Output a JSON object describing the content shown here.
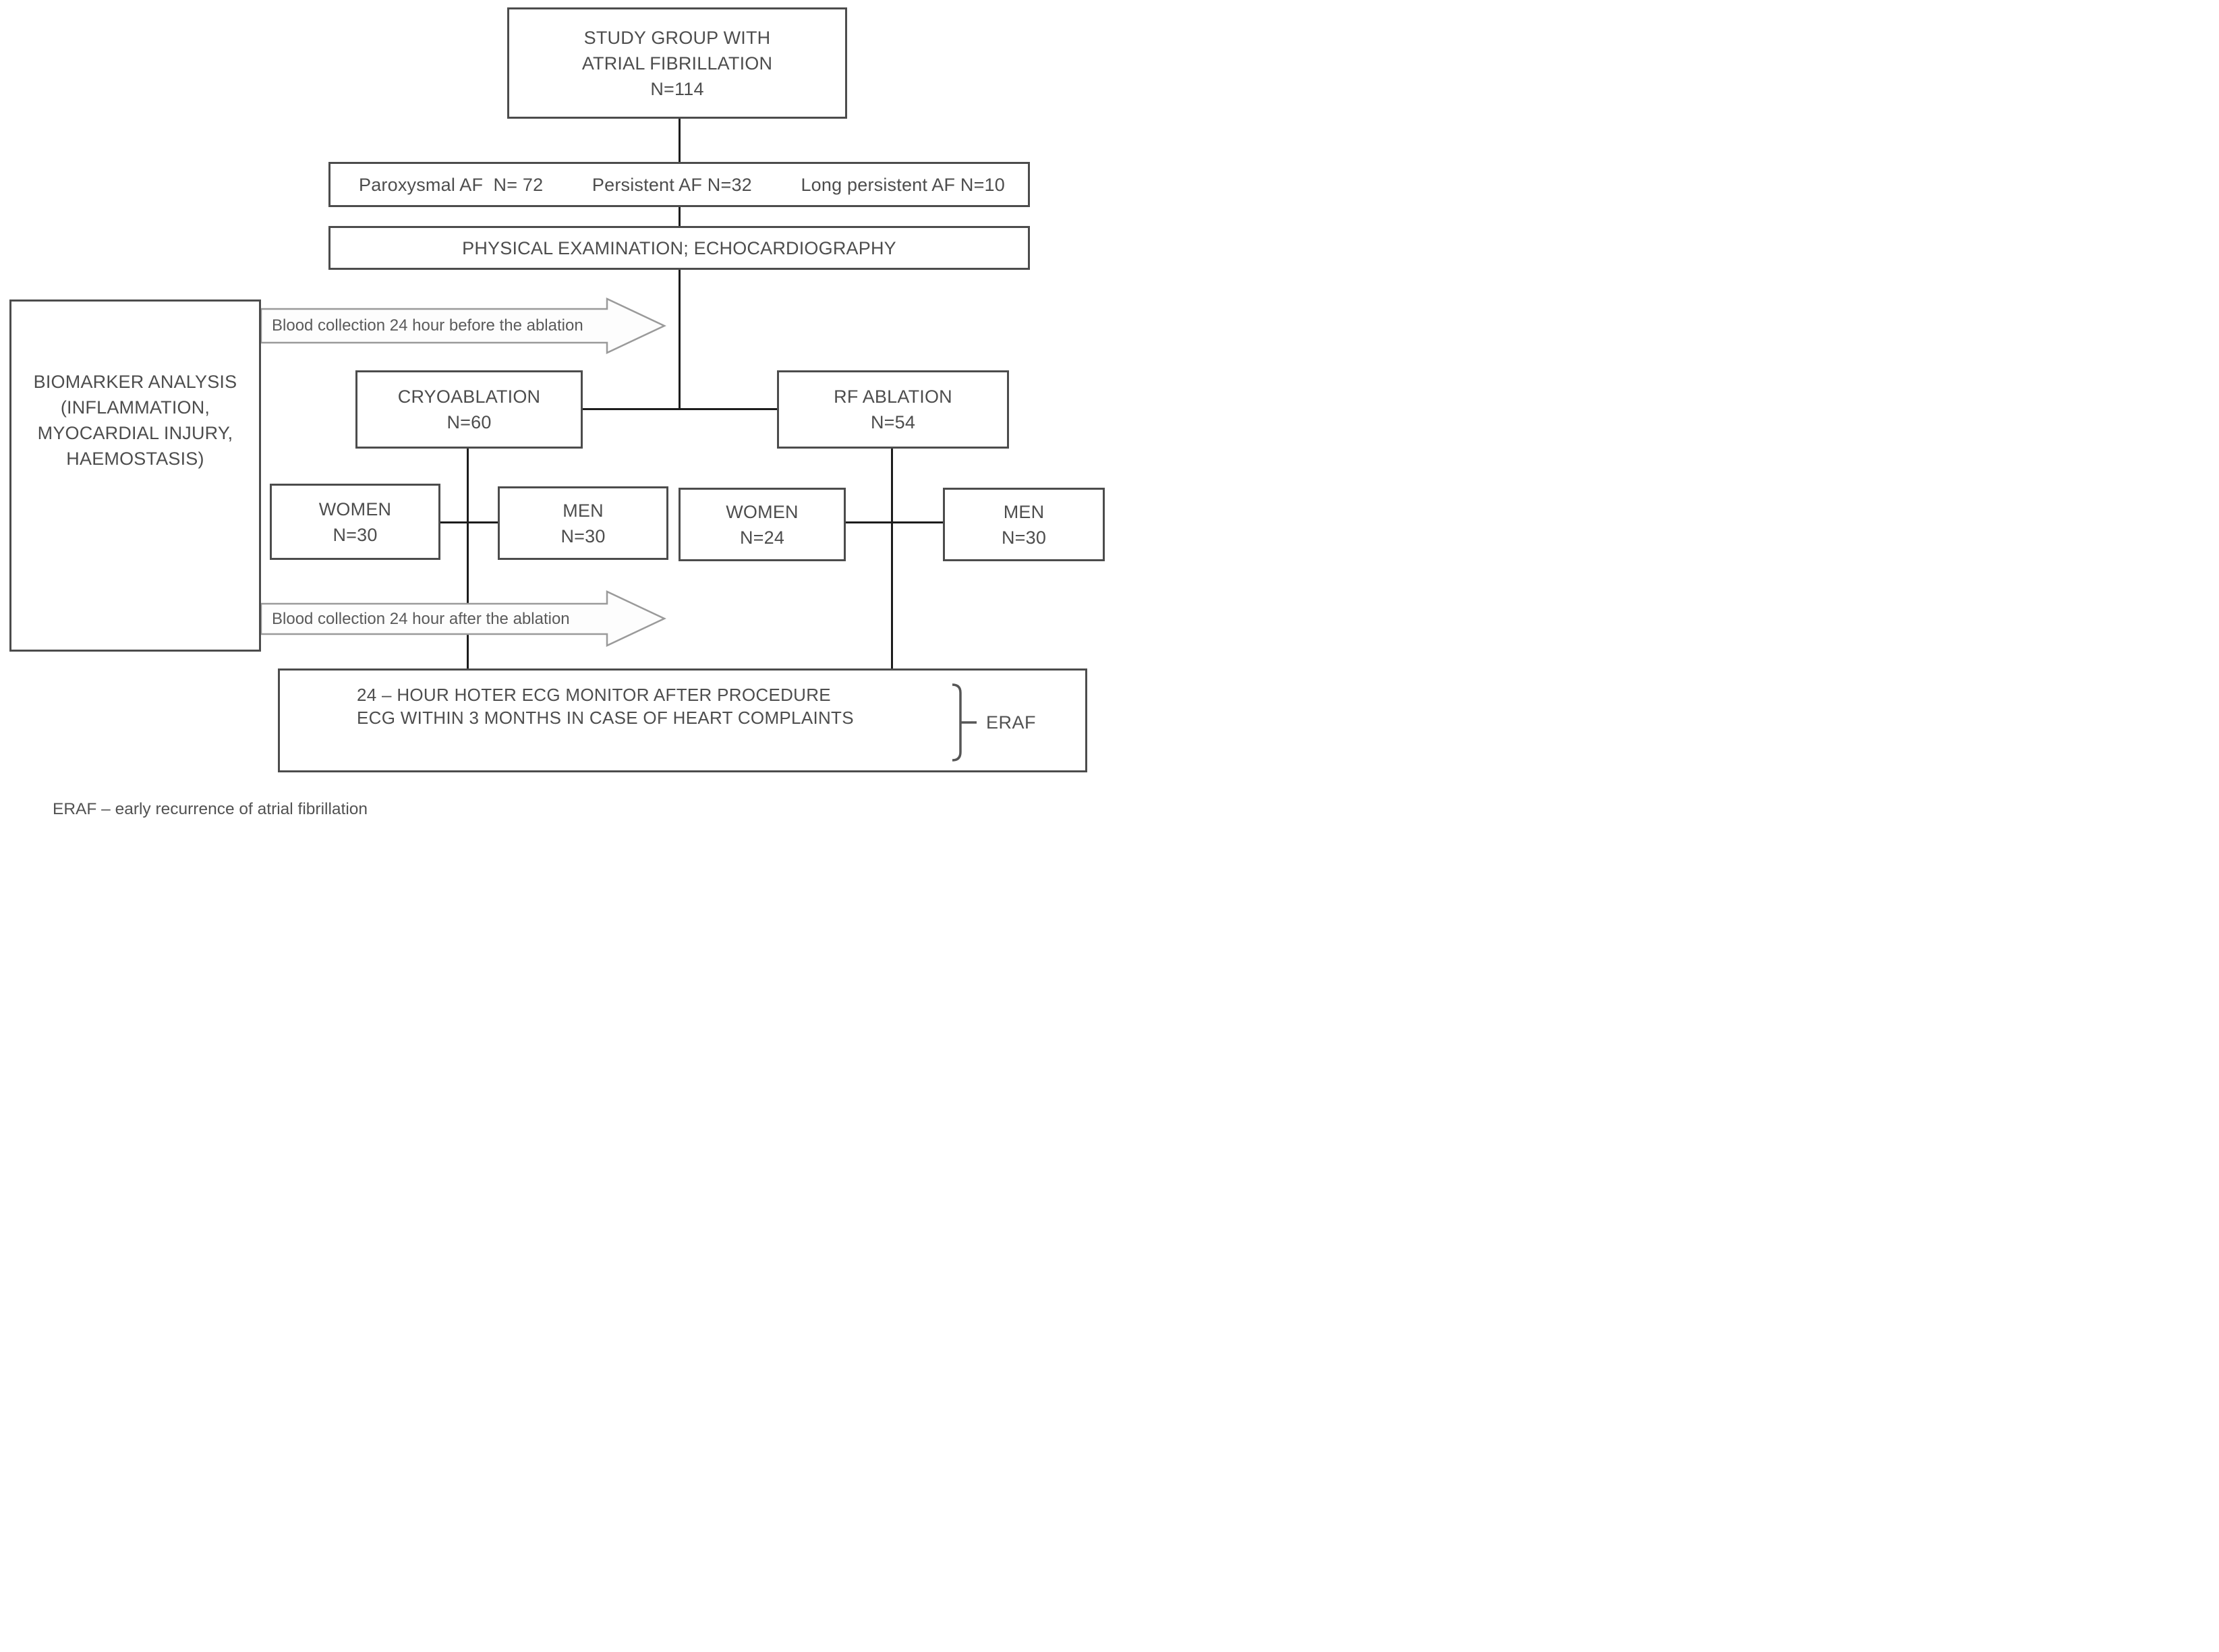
{
  "flowchart": {
    "study_group": {
      "line1": "STUDY GROUP WITH",
      "line2": "ATRIAL FIBRILLATION",
      "line3": "N=114"
    },
    "af_types": {
      "paroxysmal": "Paroxysmal AF  N= 72",
      "persistent": "Persistent AF N=32",
      "long_persistent": "Long persistent AF N=10"
    },
    "physical_exam": "PHYSICAL EXAMINATION; ECHOCARDIOGRAPHY",
    "biomarker": {
      "line1": "BIOMARKER ANALYSIS",
      "line2": "(INFLAMMATION,",
      "line3": "MYOCARDIAL INJURY,",
      "line4": "HAEMOSTASIS)"
    },
    "blood_before": "Blood collection 24 hour before the ablation",
    "blood_after": "Blood collection 24 hour after the ablation",
    "cryoablation": {
      "line1": "CRYOABLATION",
      "line2": "N=60"
    },
    "rf_ablation": {
      "line1": "RF ABLATION",
      "line2": "N=54"
    },
    "cryo_women": {
      "line1": "WOMEN",
      "line2": "N=30"
    },
    "cryo_men": {
      "line1": "MEN",
      "line2": "N=30"
    },
    "rf_women": {
      "line1": "WOMEN",
      "line2": "N=24"
    },
    "rf_men": {
      "line1": "MEN",
      "line2": "N=30"
    },
    "ecg_monitor": {
      "line1": "24 – HOUR HOTER ECG MONITOR AFTER PROCEDURE",
      "line2": "ECG WITHIN 3 MONTHS IN CASE OF HEART COMPLAINTS"
    },
    "eraf": "ERAF",
    "footnote": "ERAF – early recurrence of atrial fibrillation"
  },
  "colors": {
    "background": "#ffffff",
    "text": "#4d4d4d",
    "box_border": "#4c4c4c",
    "connector_line": "#1c1c1c",
    "arrow_outline": "#9a9a9a"
  }
}
